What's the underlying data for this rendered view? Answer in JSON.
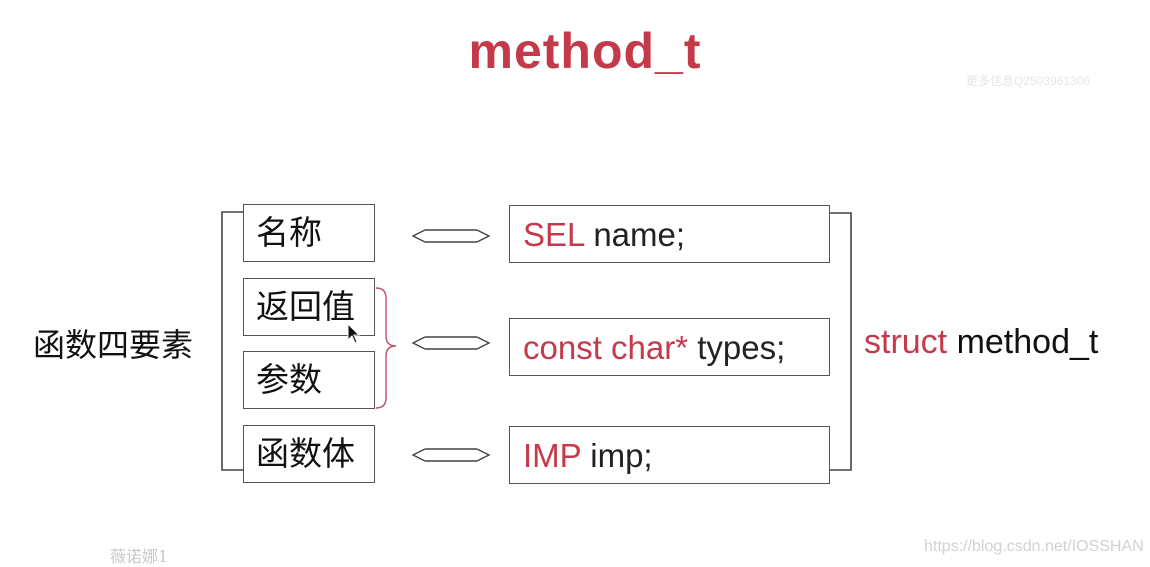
{
  "title": "method_t",
  "watermark_top": "更多信息Q2503961306",
  "watermark_left": "薇诺娜1",
  "watermark_right": "https://blog.csdn.net/IOSSHAN",
  "left_label": "函数四要素",
  "elements": [
    {
      "label": "名称"
    },
    {
      "label": "返回值"
    },
    {
      "label": "参数"
    },
    {
      "label": "函数体"
    }
  ],
  "fields": [
    {
      "keyword": "SEL",
      "rest": " name;"
    },
    {
      "keyword": "const char*",
      "rest": " types;"
    },
    {
      "keyword": "IMP",
      "rest": " imp;"
    }
  ],
  "struct_label": {
    "keyword": "struct",
    "rest": " method_t"
  },
  "colors": {
    "accent": "#c43a4b",
    "text": "#111111",
    "border": "#555555",
    "bracket_pink": "#c0506a"
  }
}
